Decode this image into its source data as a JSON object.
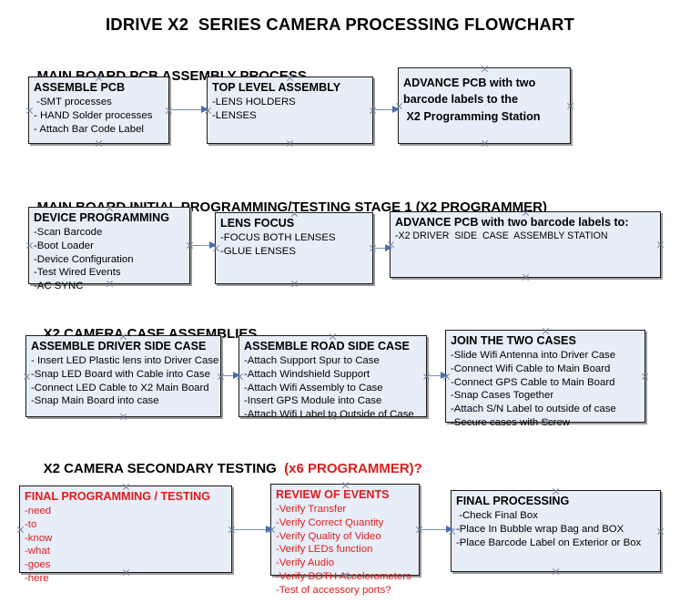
{
  "document": {
    "title": "IDRIVE X2  SERIES CAMERA PROCESSING FLOWCHART"
  },
  "sections": [
    {
      "id": "main-board-pcb-assembly",
      "title": "MAIN BOARD PCB ASSEMBLY PROCESS",
      "accent": ""
    },
    {
      "id": "main-board-initial-programming",
      "title": "MAIN BOARD INITIAL PROGRAMMING/TESTING STAGE 1 (X2 PROGRAMMER)",
      "accent": ""
    },
    {
      "id": "x2-camera-case-assemblies",
      "title": "X2 CAMERA CASE ASSEMBLIES",
      "accent": ""
    },
    {
      "id": "x2-camera-secondary-testing",
      "title": "X2 CAMERA SECONDARY TESTING  ",
      "accent": "(x6 PROGRAMMER)?"
    }
  ],
  "nodes": {
    "assemble_pcb": {
      "head": "ASSEMBLE PCB",
      "lines": [
        " -SMT processes",
        "- HAND Solder processes",
        "- Attach Bar Code Label"
      ]
    },
    "top_level_assembly": {
      "head": "TOP LEVEL ASSEMBLY",
      "lines": [
        "-LENS HOLDERS",
        "-LENSES"
      ]
    },
    "advance_pcb_station": {
      "head": "ADVANCE PCB with two\nbarcode labels to the\n X2 Programming Station",
      "lines": []
    },
    "device_programming": {
      "head": "DEVICE PROGRAMMING",
      "lines": [
        "-Scan Barcode",
        "-Boot Loader",
        "-Device Configuration",
        "-Test Wired Events",
        "-AC SYNC"
      ]
    },
    "lens_focus": {
      "head": "LENS FOCUS",
      "lines": [
        "-FOCUS BOTH LENSES",
        "-GLUE LENSES"
      ]
    },
    "advance_pcb_driver_side": {
      "head": "ADVANCE PCB with two barcode labels to:",
      "lines": [
        "-X2 DRIVER  SIDE  CASE  ASSEMBLY STATION"
      ]
    },
    "assemble_driver_side_case": {
      "head": "ASSEMBLE DRIVER SIDE CASE",
      "lines": [
        "- Insert LED Plastic lens into Driver Case",
        "-Snap LED Board with Cable into Case",
        "-Connect LED Cable to X2 Main Board",
        "-Snap Main Board into case"
      ]
    },
    "assemble_road_side_case": {
      "head": "ASSEMBLE ROAD SIDE CASE",
      "lines": [
        "-Attach Support Spur to Case",
        "-Attach Windshield Support",
        "-Attach Wifi Assembly to Case",
        "-Insert GPS Module into Case",
        "-Attach Wifi Label to Outside of Case"
      ]
    },
    "join_the_two_cases": {
      "head": "JOIN THE TWO CASES",
      "lines": [
        "-Slide Wifi Antenna into Driver Case",
        "-Connect Wifi Cable to Main Board",
        "-Connect GPS Cable to Main Board",
        "-Snap Cases Together",
        "-Attach S/N Label to outside of case",
        "-Secure cases with Screw"
      ]
    },
    "final_programming_testing": {
      "head": "FINAL PROGRAMMING / TESTING",
      "lines": [
        "-need",
        "-to",
        "-know",
        "-what",
        "-goes",
        "-here"
      ]
    },
    "review_of_events": {
      "head": "REVIEW OF EVENTS",
      "lines": [
        "-Verify Transfer",
        "-Verify Correct Quantity",
        "-Verify Quality of Video",
        "-Verify LEDs function",
        "-Verify Audio",
        "-Verify BOTH Accelerometers",
        "-Test of accessory ports?"
      ]
    },
    "final_processing": {
      "head": "FINAL PROCESSING",
      "lines": [
        " -Check Final Box",
        "-Place In Bubble wrap Bag and BOX",
        "-Place Barcode Label on Exterior or Box"
      ]
    }
  },
  "colors": {
    "node_fill": "#e8eef8",
    "node_border": "#1a1a1a",
    "node_shadow": "#9a9a9a",
    "arrow": "#7d93ae",
    "arrow_head": "#4a6fae",
    "accent_red": "#e01b1b",
    "text": "#000000",
    "background": "#ffffff"
  }
}
